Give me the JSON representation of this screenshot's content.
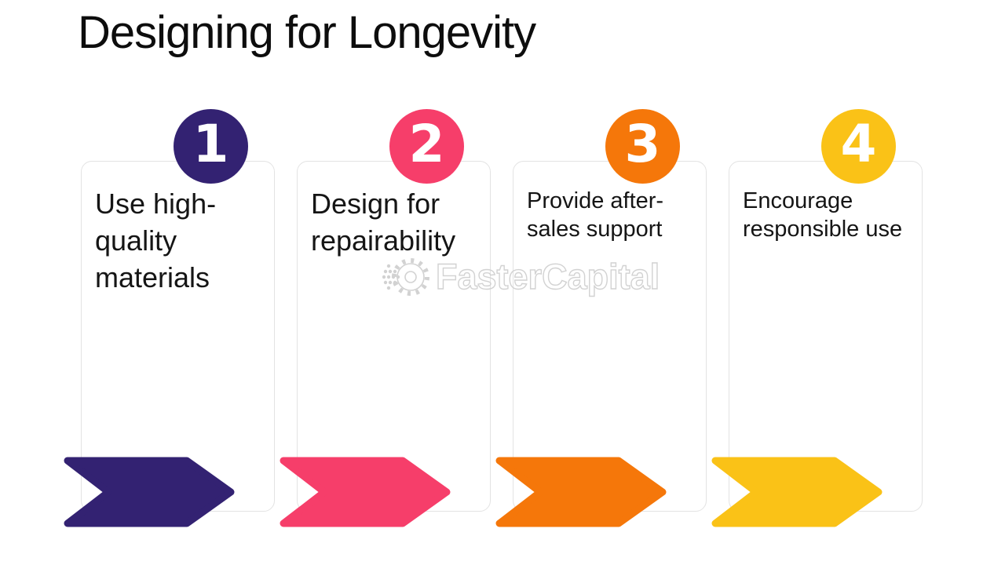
{
  "title": "Designing for Longevity",
  "watermark": {
    "brand": "FasterCapital"
  },
  "steps": [
    {
      "number": "1",
      "label": "Use high-quality materials",
      "color": "#332272"
    },
    {
      "number": "2",
      "label": "Design for repairability",
      "color": "#F63E6A"
    },
    {
      "number": "3",
      "label": "Provide after-sales support",
      "color": "#F5770A"
    },
    {
      "number": "4",
      "label": "Encourage responsible use",
      "color": "#FAC217"
    }
  ]
}
